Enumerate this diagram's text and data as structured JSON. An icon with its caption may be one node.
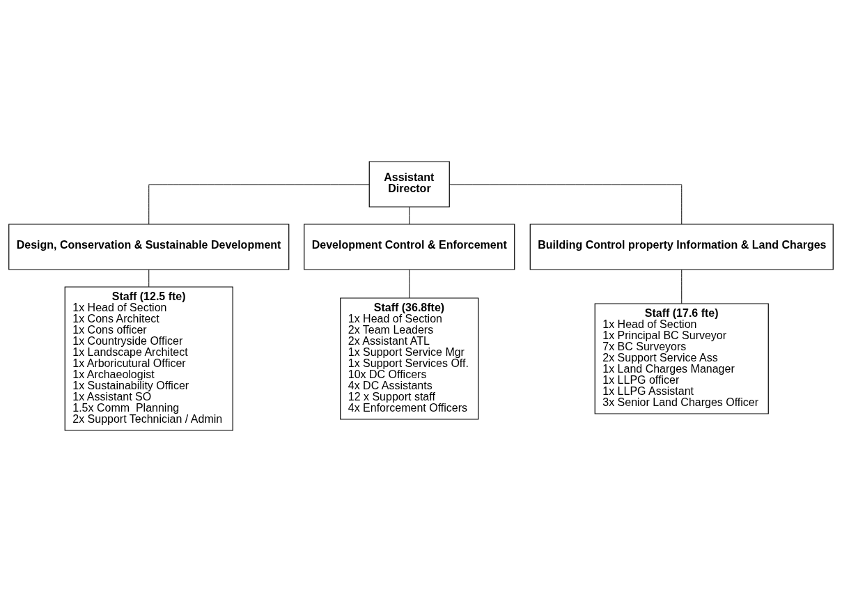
{
  "diagram": {
    "nodes": [
      {
        "text": [
          "Assistant Director"
        ]
      },
      {
        "text": [
          "Design, Conservation & Sustainable Development"
        ]
      },
      {
        "text": [
          "Development Control & Enforcement"
        ]
      },
      {
        "text": [
          "Building Control property Information & Land Charges"
        ]
      },
      {
        "text": [
          "Staff (12.5 fte)",
          "1x Head of Section",
          "1x Cons Architect",
          "1x Cons officer",
          "1x Countryside Officer",
          "1x Landscape Architect",
          "1x Arboricutural Officer",
          "1x Archaeologist",
          "1x Sustainability Officer",
          "1x Assistant SO",
          "1.5x Comm  Planning",
          "2x Support Technician / Admin"
        ]
      },
      {
        "text": [
          "Staff (36.8fte)",
          "1x Head of Section",
          "2x Team Leaders",
          "2x Assistant ATL",
          "1x Support Service Mgr",
          "1x Support Services Off.",
          "10x DC Officers",
          "4x DC Assistants",
          "12 x Support staff",
          "4x Enforcement Officers"
        ]
      },
      {
        "text": [
          "Staff (17.6 fte)",
          "1x Head of Section",
          "1x Principal BC Surveyor",
          "7x BC Surveyors",
          "2x Support Service Ass",
          "1x Land Charges Manager",
          "1x LLPG officer",
          "1x LLPG Assistant",
          "3x Senior Land Charges Officer"
        ]
      }
    ],
    "edges": [
      {
        "from": 0,
        "to": 1,
        "arrow": "none"
      },
      {
        "from": 0,
        "to": 2,
        "arrow": "none"
      },
      {
        "from": 0,
        "to": 3,
        "arrow": "none"
      },
      {
        "from": 1,
        "to": 4,
        "arrow": "none"
      },
      {
        "from": 2,
        "to": 5,
        "arrow": "none"
      },
      {
        "from": 3,
        "to": 6,
        "arrow": "none"
      }
    ]
  }
}
